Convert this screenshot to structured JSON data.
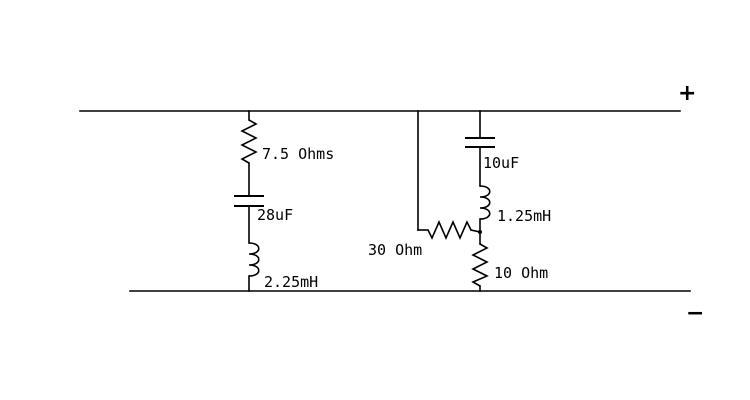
{
  "terminals": {
    "positive": "+",
    "negative": "−"
  },
  "components": {
    "r1": {
      "label": "7.5 Ohms"
    },
    "c1": {
      "label": "28uF"
    },
    "l1": {
      "label": "2.25mH"
    },
    "c2": {
      "label": "10uF"
    },
    "l2": {
      "label": "1.25mH"
    },
    "r2": {
      "label": "30 Ohm"
    },
    "r3": {
      "label": "10 Ohm"
    }
  },
  "colors": {
    "line": "#000000",
    "background": "#ffffff"
  }
}
